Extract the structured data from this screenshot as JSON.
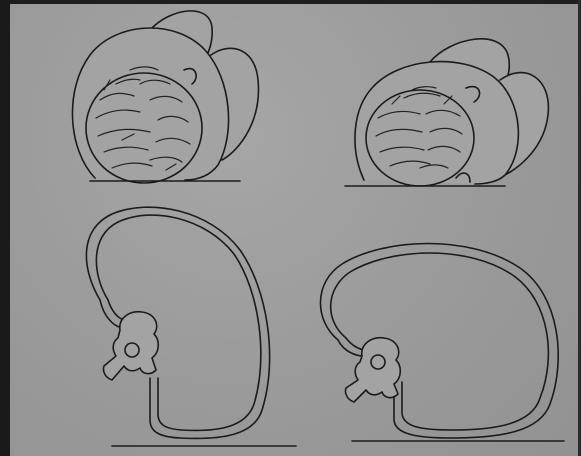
{
  "figure": {
    "panels": [
      {
        "id": "top-left-head",
        "kind": "head-in-hood"
      },
      {
        "id": "top-right-head",
        "kind": "head-in-hood"
      },
      {
        "id": "bottom-left-outline",
        "kind": "hood-outline"
      },
      {
        "id": "bottom-right-outline",
        "kind": "hood-outline"
      }
    ]
  },
  "colors": {
    "background": "#9d9d9d",
    "ink": "#1b1b1b",
    "frame": "#1a1a1a"
  }
}
